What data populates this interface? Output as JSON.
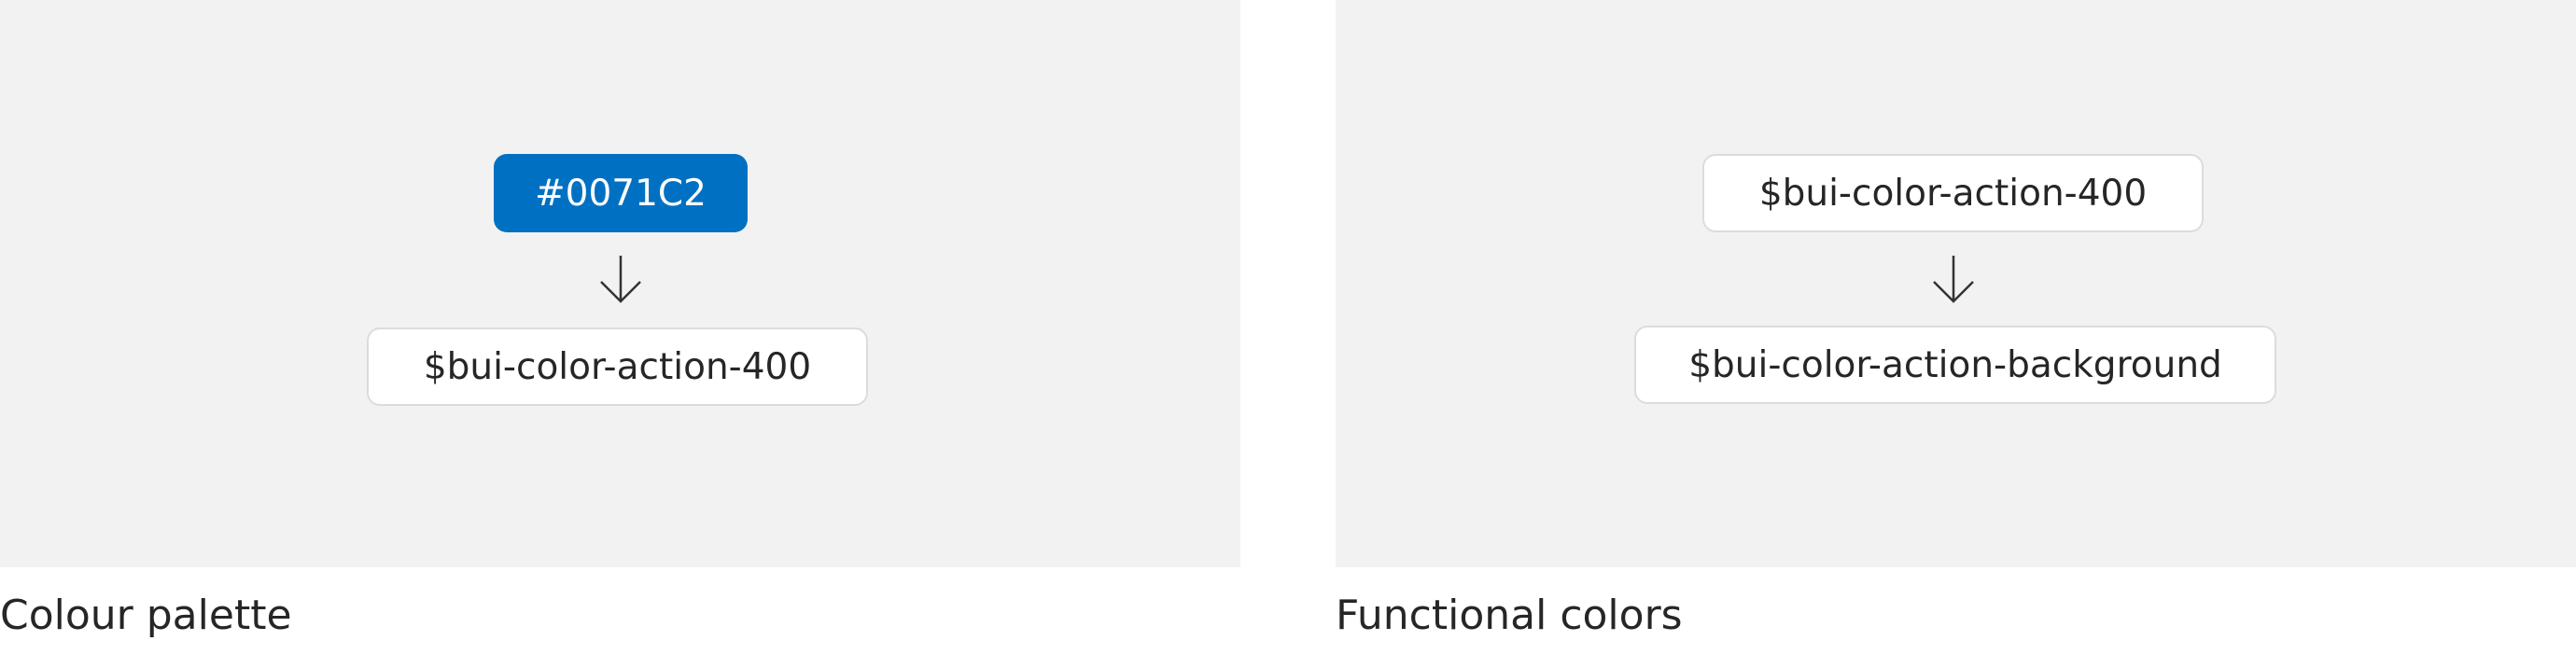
{
  "left": {
    "caption": "Colour palette",
    "source": {
      "label": "#0071C2",
      "color": "#0071C2"
    },
    "target": {
      "label": "$bui-color-action-400"
    }
  },
  "right": {
    "caption": "Functional colors",
    "source": {
      "label": "$bui-color-action-400"
    },
    "target": {
      "label": "$bui-color-action-background"
    }
  },
  "colors": {
    "panel_bg": "#f2f2f2",
    "node_bg": "#ffffff",
    "node_border": "#dcdcdc",
    "text": "#262626",
    "arrow": "#333333"
  }
}
